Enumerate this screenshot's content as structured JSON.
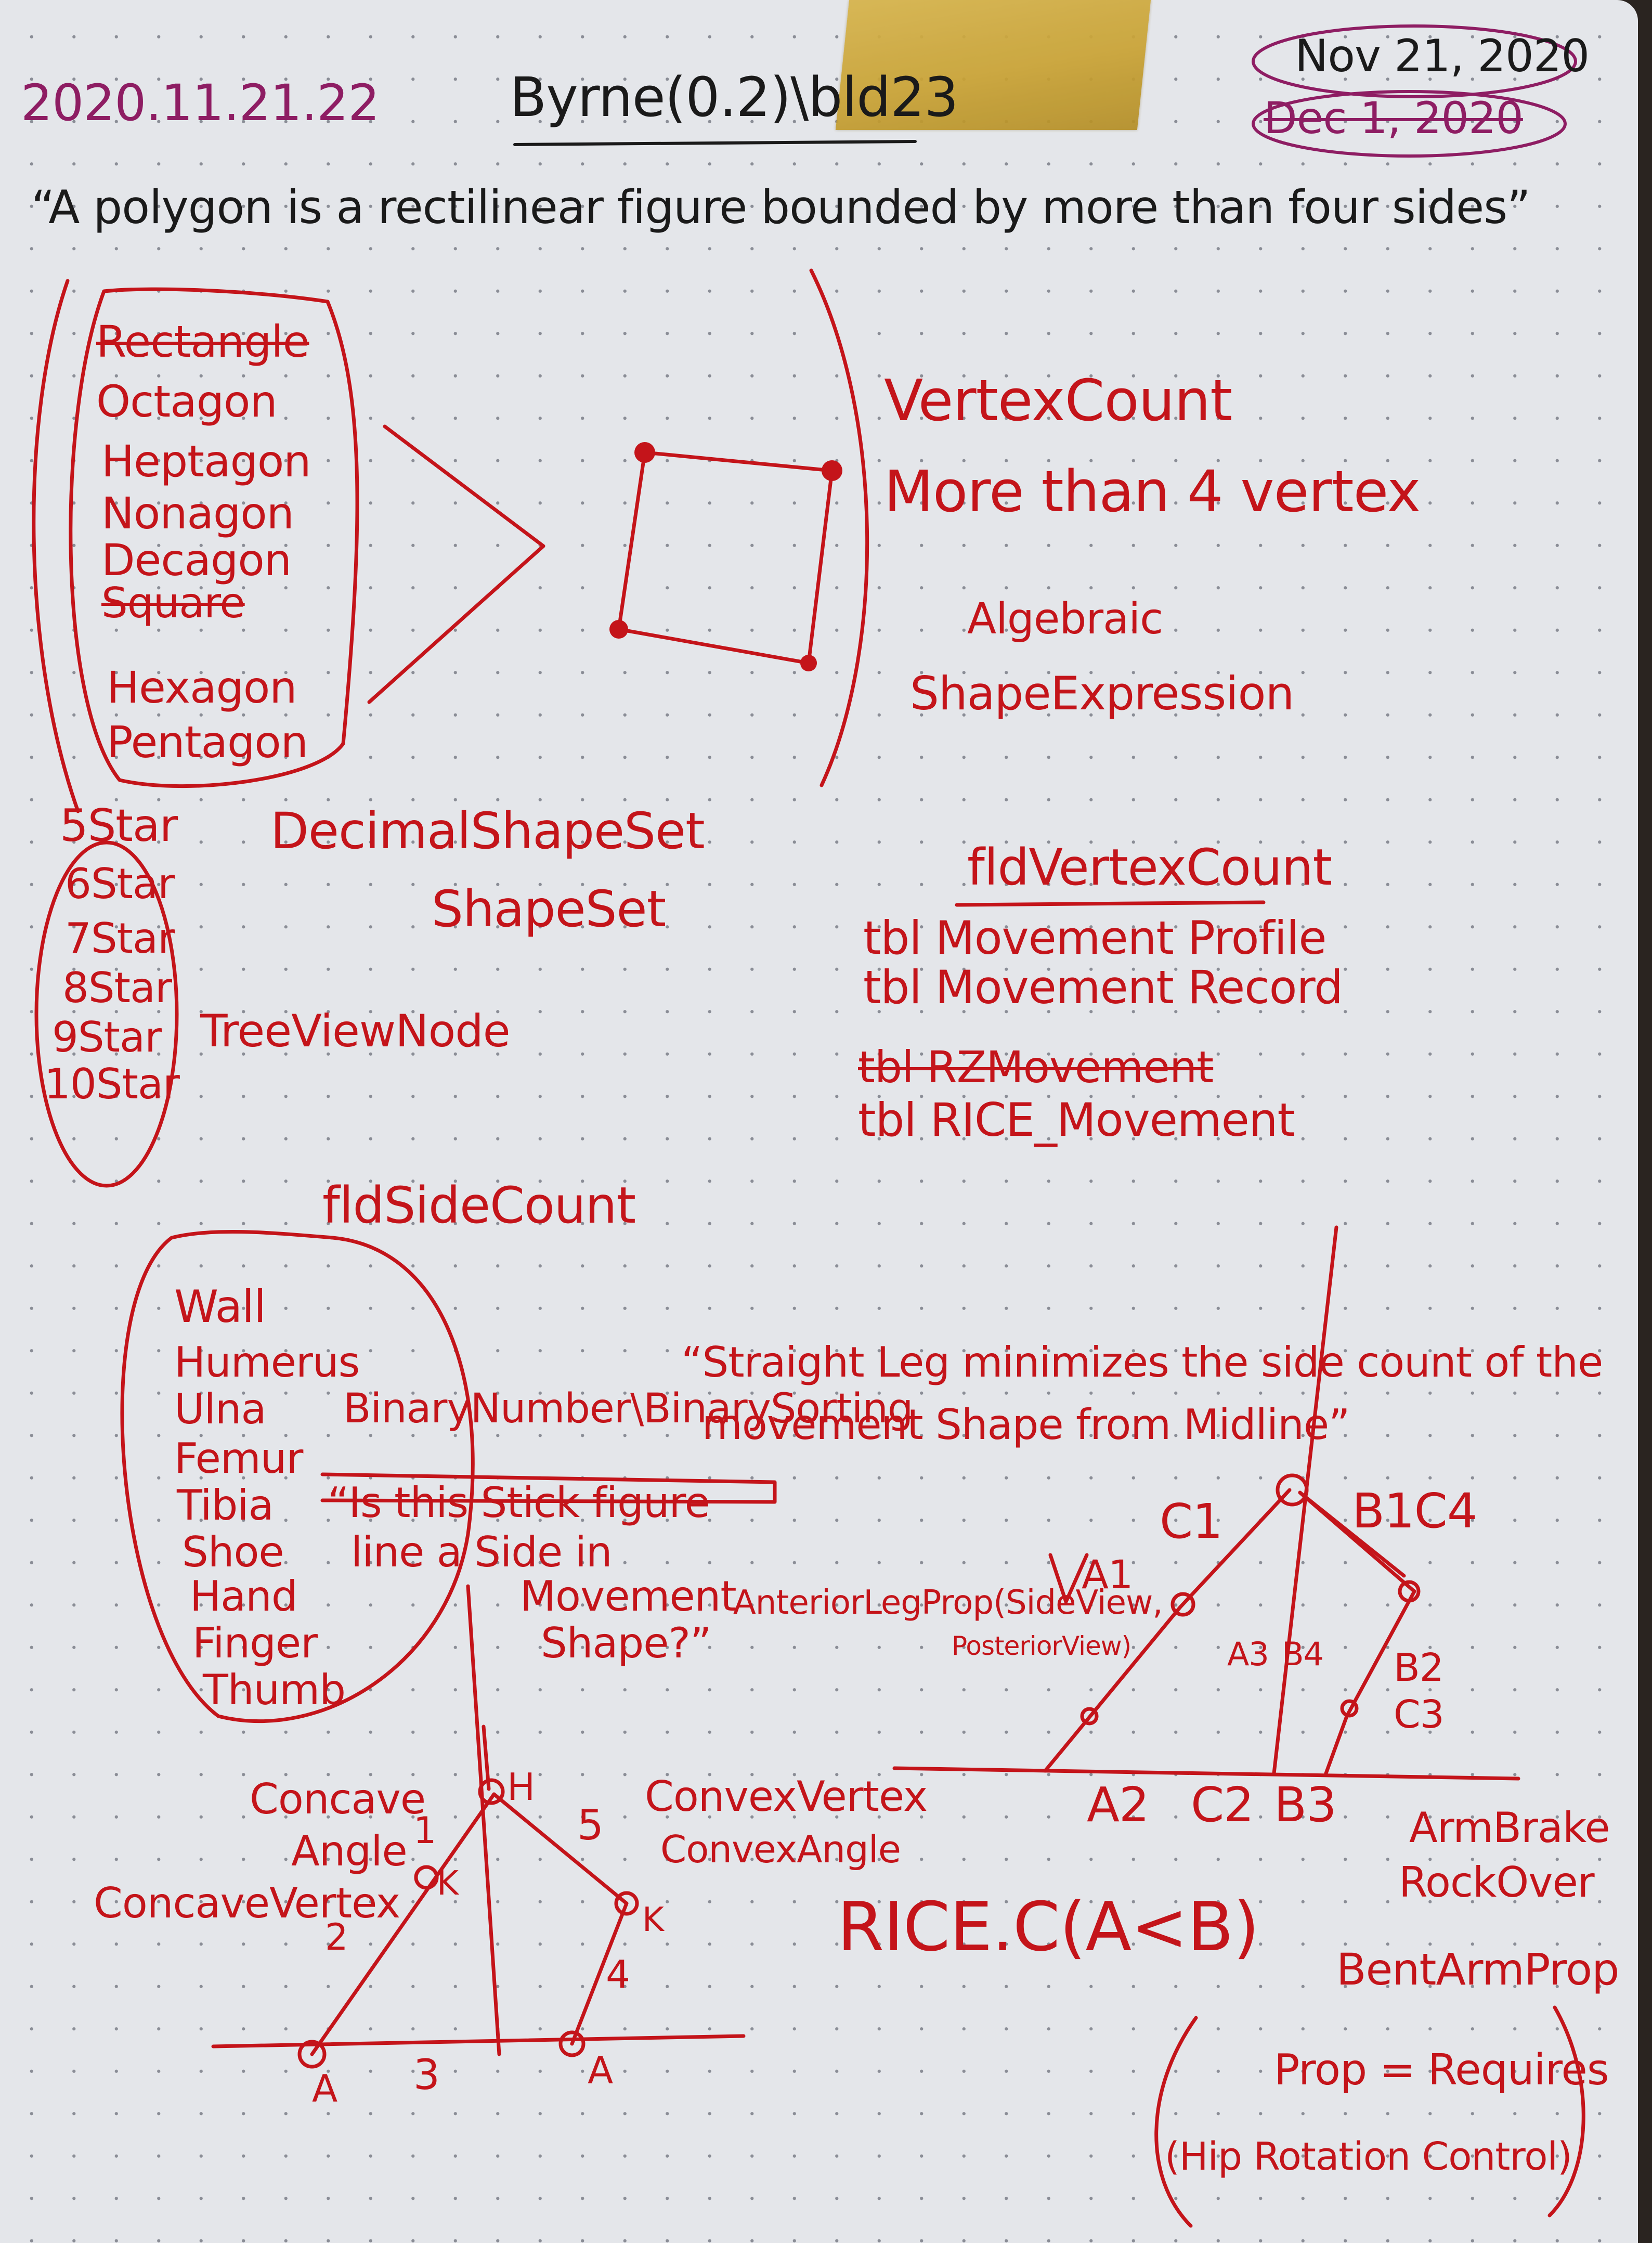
{
  "header": {
    "date_left": "2020.11.21.22",
    "title": "Byrne(0.2)\\bld23",
    "date_right_1": "Nov 21, 2020",
    "date_right_2": "Dec 1, 2020"
  },
  "quote_polygon": "“A polygon is a rectilinear figure bounded by more than four sides”",
  "polygon_list": [
    "Rectangle",
    "Octagon",
    "Heptagon",
    "Nonagon",
    "Decagon",
    "Square",
    "Hexagon",
    "Pentagon"
  ],
  "right_labels": {
    "vertex_count": "VertexCount",
    "more_than_4": "More than 4 vertex",
    "algebraic": "Algebraic",
    "shape_expression": "ShapeExpression"
  },
  "star_list": [
    "5Star",
    "6Star",
    "7Star",
    "8Star",
    "9Star",
    "10Star"
  ],
  "mid_labels": {
    "decimal_shape_set": "DecimalShapeSet",
    "shape_set": "ShapeSet",
    "tree_view_node": "TreeViewNode"
  },
  "tables": {
    "heading": "fldVertexCount",
    "rows": [
      "tbl Movement Profile",
      "tbl Movement Record",
      "tbl RZMovement",
      "tbl RICE_Movement"
    ]
  },
  "side_count": "fldSideCount",
  "body_parts": [
    "Wall",
    "Humerus",
    "Ulna",
    "Femur",
    "Tibia",
    "Shoe",
    "Hand",
    "Finger",
    "Thumb"
  ],
  "binary": "BinaryNumber\\BinarySorting",
  "question": [
    "“Is this Stick figure",
    "line a Side in",
    "Movement",
    "Shape?”"
  ],
  "straight_leg_quote": [
    "“Straight Leg minimizes the side count of the",
    "movement Shape from Midline”"
  ],
  "anterior": [
    "AnteriorLegProp(SideView,",
    "PosteriorView)"
  ],
  "lower_labels": {
    "concave_angle": [
      "Concave",
      "Angle"
    ],
    "concave_vertex": "ConcaveVertex",
    "convex_vertex": "ConvexVertex",
    "convex_angle": "ConvexAngle",
    "rice": "RICE.C(A<B)",
    "arm_brake": "ArmBrake",
    "rock_over": "RockOver",
    "bent_arm_prop": "BentArmProp",
    "prop_requires": "Prop = Requires",
    "hip_rotation": "(Hip Rotation Control)"
  },
  "stick_figure_labels": {
    "h": "H",
    "k1": "K",
    "k2": "K",
    "a1": "A",
    "a2": "A",
    "n1": "1",
    "n2": "2",
    "n3": "3",
    "n4": "4",
    "n5": "5"
  },
  "right_figure_labels": {
    "c1": "C1",
    "b1c4": "B1C4",
    "a1": "A1",
    "a3": "A3",
    "b4": "B4",
    "b2": "B2",
    "c3": "C3",
    "a2": "A2",
    "c2": "C2",
    "b3": "B3"
  }
}
